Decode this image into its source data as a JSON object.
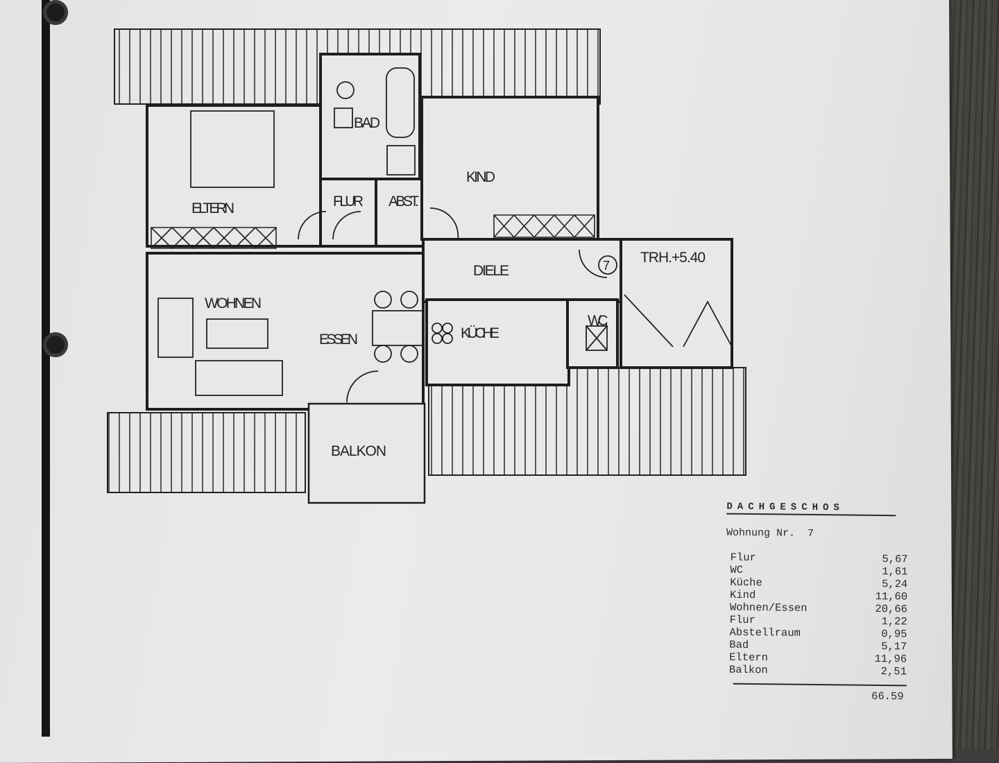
{
  "plan": {
    "rooms": {
      "bad": "BAD",
      "kind": "KIND",
      "eltern": "ELTERN",
      "flur": "FLUR",
      "abst": "ABST.",
      "diele": "DIELE",
      "trh": "TRH.+5.40",
      "unit_number": "7",
      "wohnen": "WOHNEN",
      "essen": "ESSEN",
      "kueche": "KÜCHE",
      "wc": "WC.",
      "balkon": "BALKON"
    }
  },
  "area_table": {
    "floor": "DACHGESCHOS",
    "apartment": "Wohnung Nr.  7",
    "rows": [
      {
        "room": "Flur",
        "area": "5,67"
      },
      {
        "room": "WC",
        "area": "1,61"
      },
      {
        "room": "Küche",
        "area": "5,24"
      },
      {
        "room": "Kind",
        "area": "11,60"
      },
      {
        "room": "Wohnen/Essen",
        "area": "20,66"
      },
      {
        "room": "Flur",
        "area": "1,22"
      },
      {
        "room": "Abstellraum",
        "area": "0,95"
      },
      {
        "room": "Bad",
        "area": "5,17"
      },
      {
        "room": "Eltern",
        "area": "11,96"
      },
      {
        "room": "Balkon",
        "area": "2,51"
      }
    ],
    "total": "66.59"
  },
  "colors": {
    "paper": "#eaeae8",
    "ink": "#222222",
    "background": "#3f3d3b"
  }
}
